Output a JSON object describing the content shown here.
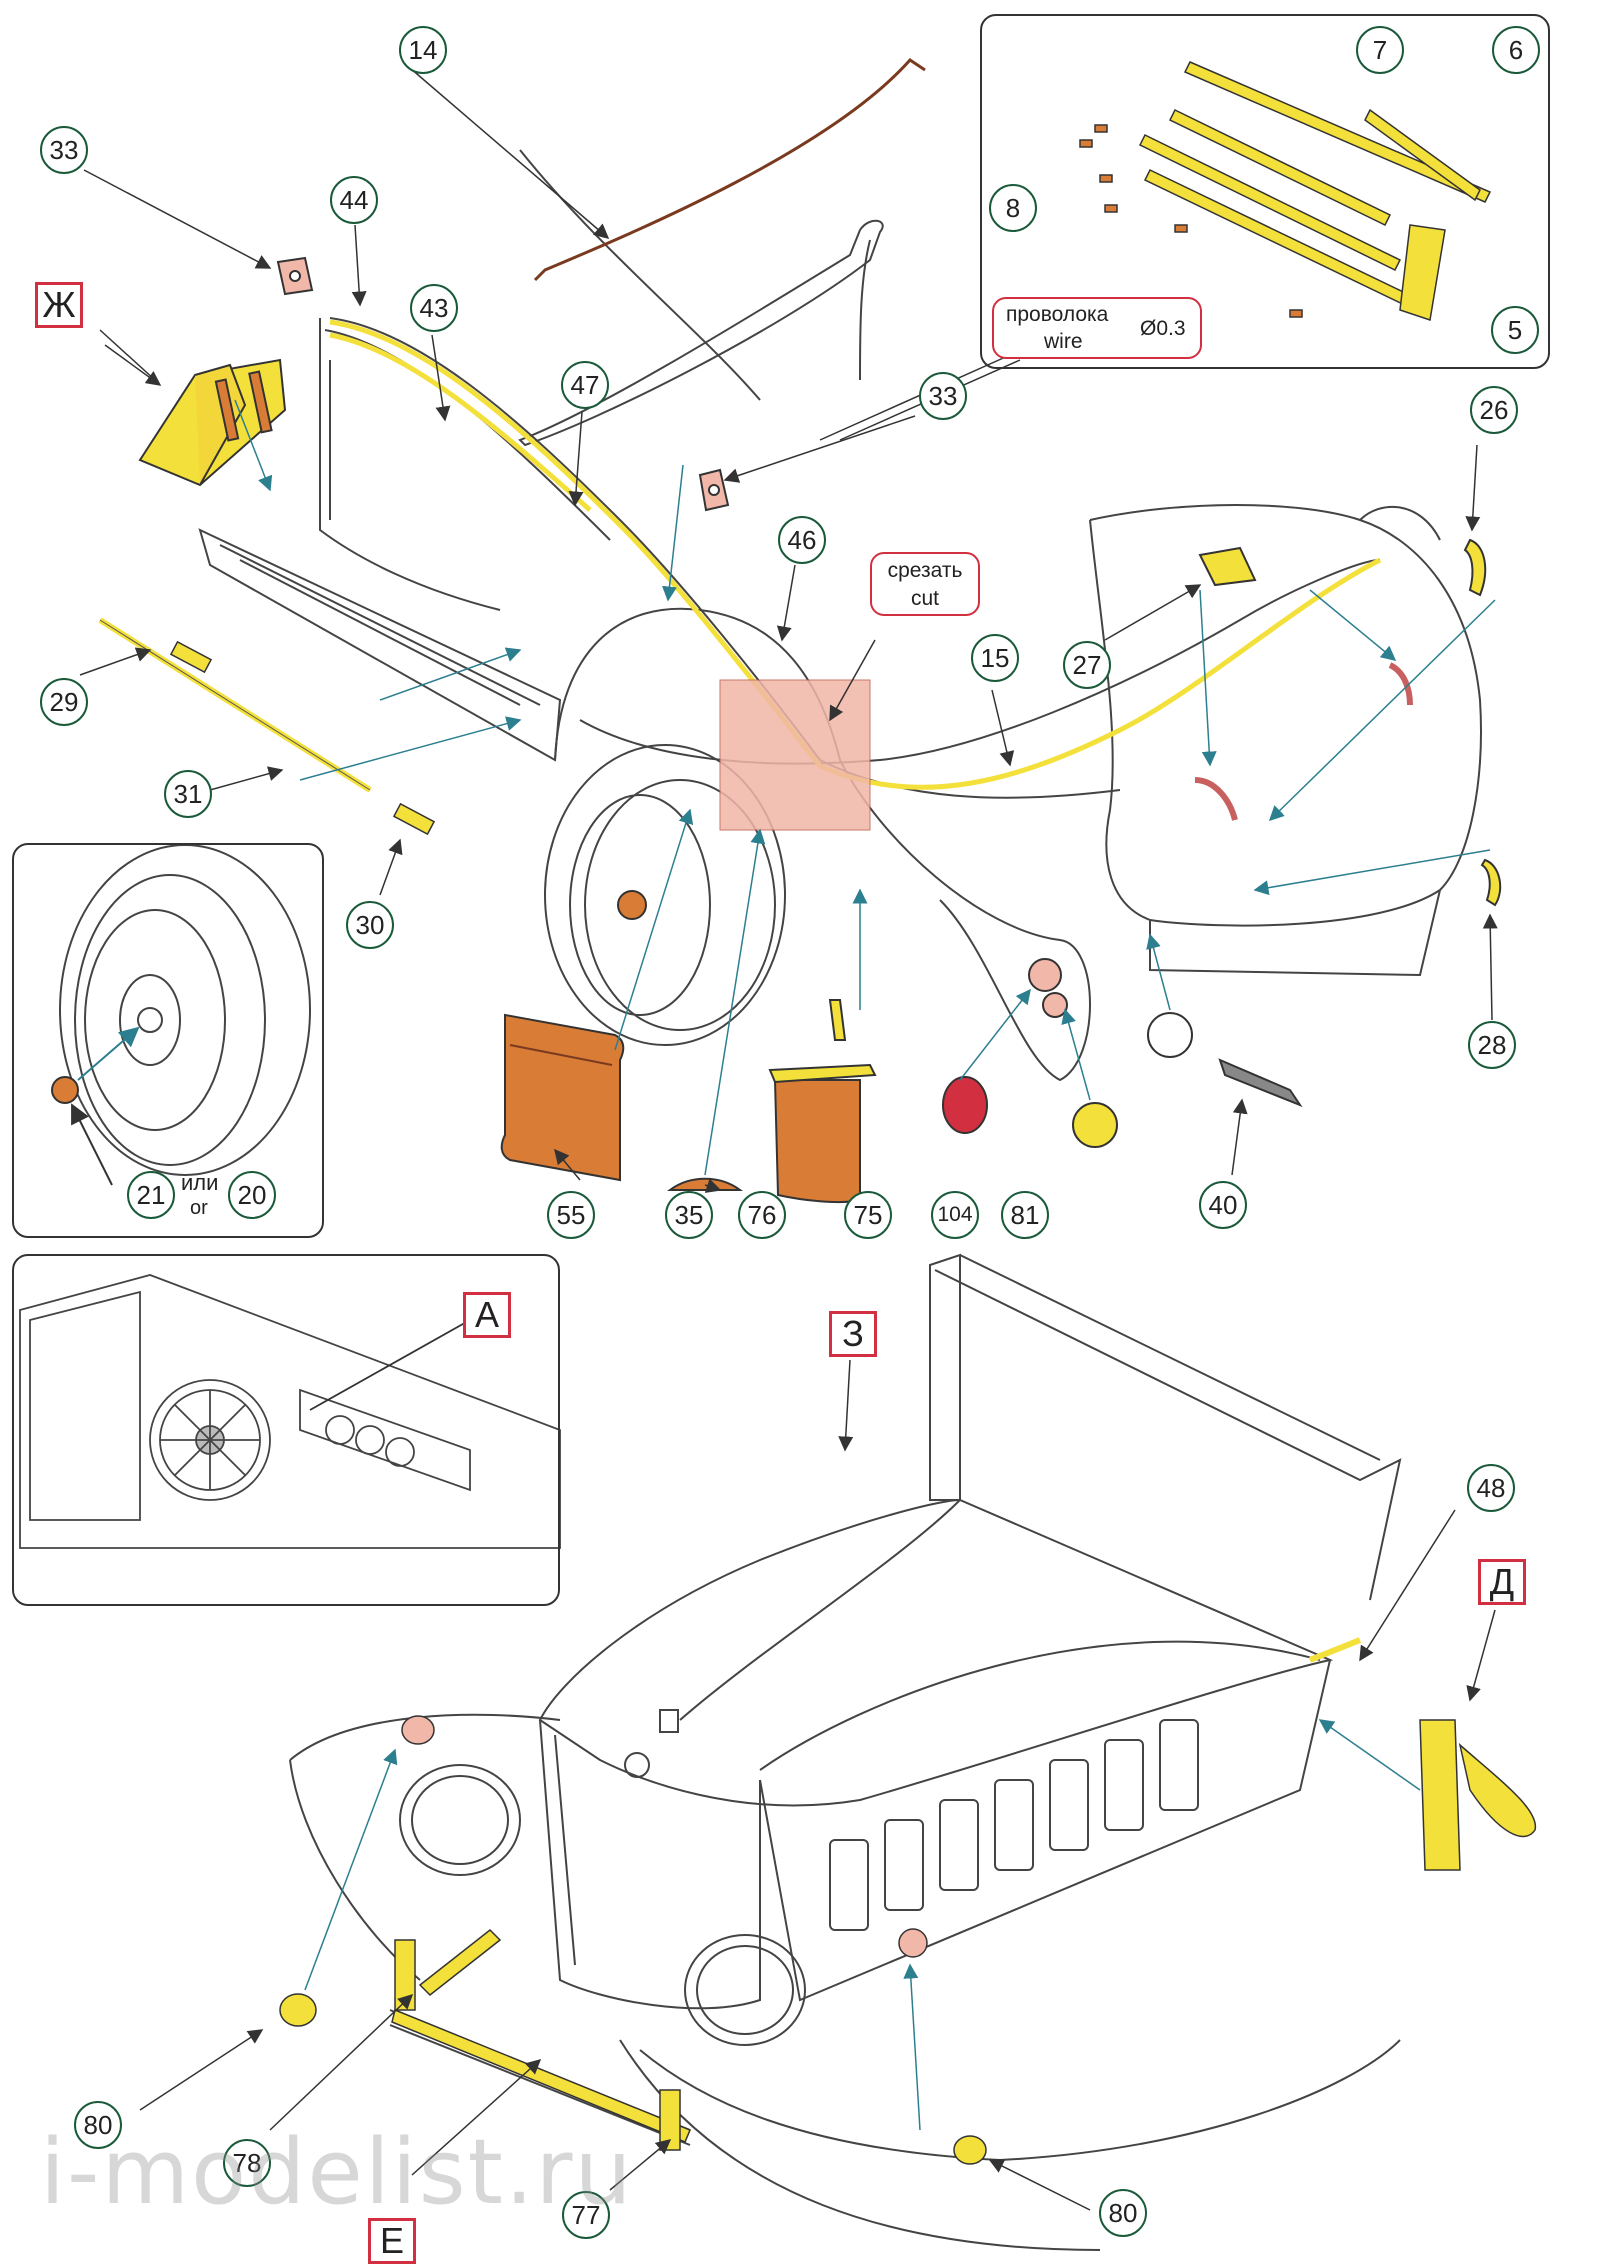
{
  "callouts": {
    "c14": "14",
    "c33a": "33",
    "c44": "44",
    "c43": "43",
    "c47": "47",
    "c33b": "33",
    "c7": "7",
    "c6": "6",
    "c8": "8",
    "c5": "5",
    "c26": "26",
    "c46": "46",
    "c15": "15",
    "c27": "27",
    "c29": "29",
    "c31": "31",
    "c30": "30",
    "c28": "28",
    "c55": "55",
    "c35": "35",
    "c76": "76",
    "c75": "75",
    "c104": "104",
    "c81": "81",
    "c40": "40",
    "c21": "21",
    "c20": "20",
    "c48": "48",
    "c80a": "80",
    "c78": "78",
    "c77": "77",
    "c80b": "80"
  },
  "letters": {
    "zh": "Ж",
    "a": "А",
    "z": "З",
    "d": "Д",
    "e": "Е"
  },
  "notes": {
    "cut_ru": "срезать",
    "cut_en": "cut",
    "wire_ru": "проволока",
    "wire_en": "wire",
    "wire_dia": "Ø0.3",
    "or_ru": "или",
    "or_en": "or"
  },
  "watermark": "i-modelist.ru",
  "colors": {
    "yellow": "#f4e03a",
    "orange": "#d97c36",
    "pink": "#f1b7a8",
    "red": "#d23040",
    "line": "#444444",
    "leader": "#2c7f8f"
  }
}
